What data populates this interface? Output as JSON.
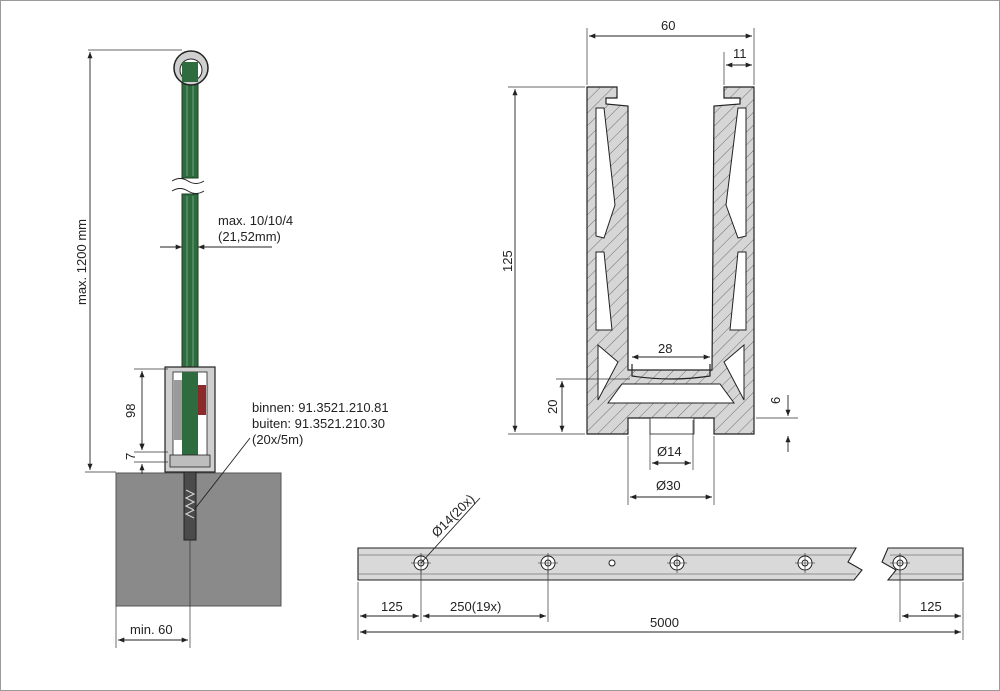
{
  "drawing": {
    "side_view": {
      "height_label": "max. 1200 mm",
      "glass_label_line1": "max. 10/10/4",
      "glass_label_line2": "(21,52mm)",
      "profile_height_label": "98",
      "base_offset_label": "7",
      "code_inner": "binnen: 91.3521.210.81",
      "code_outer": "buiten: 91.3521.210.30",
      "code_pack": "(20x/5m)",
      "min_width_label": "min. 60"
    },
    "profile_section": {
      "width_label": "60",
      "lip_label": "11",
      "height_label": "125",
      "inner_width_label": "28",
      "base_height_label": "20",
      "base_thickness_label": "6",
      "hole_small_label": "Ø14",
      "hole_large_label": "Ø30"
    },
    "rail_view": {
      "hole_label": "Ø14(20x)",
      "end_offset_left_label": "125",
      "pitch_label": "250(19x)",
      "total_length_label": "5000",
      "end_offset_right_label": "125"
    }
  },
  "colors": {
    "glass": "#2e6b3e",
    "metal_fill": "#d6d6d6",
    "concrete": "#8a8a8a",
    "gasket": "#8b2a2a"
  },
  "icons": [
    "arrowhead-icon",
    "hatch-pattern"
  ]
}
